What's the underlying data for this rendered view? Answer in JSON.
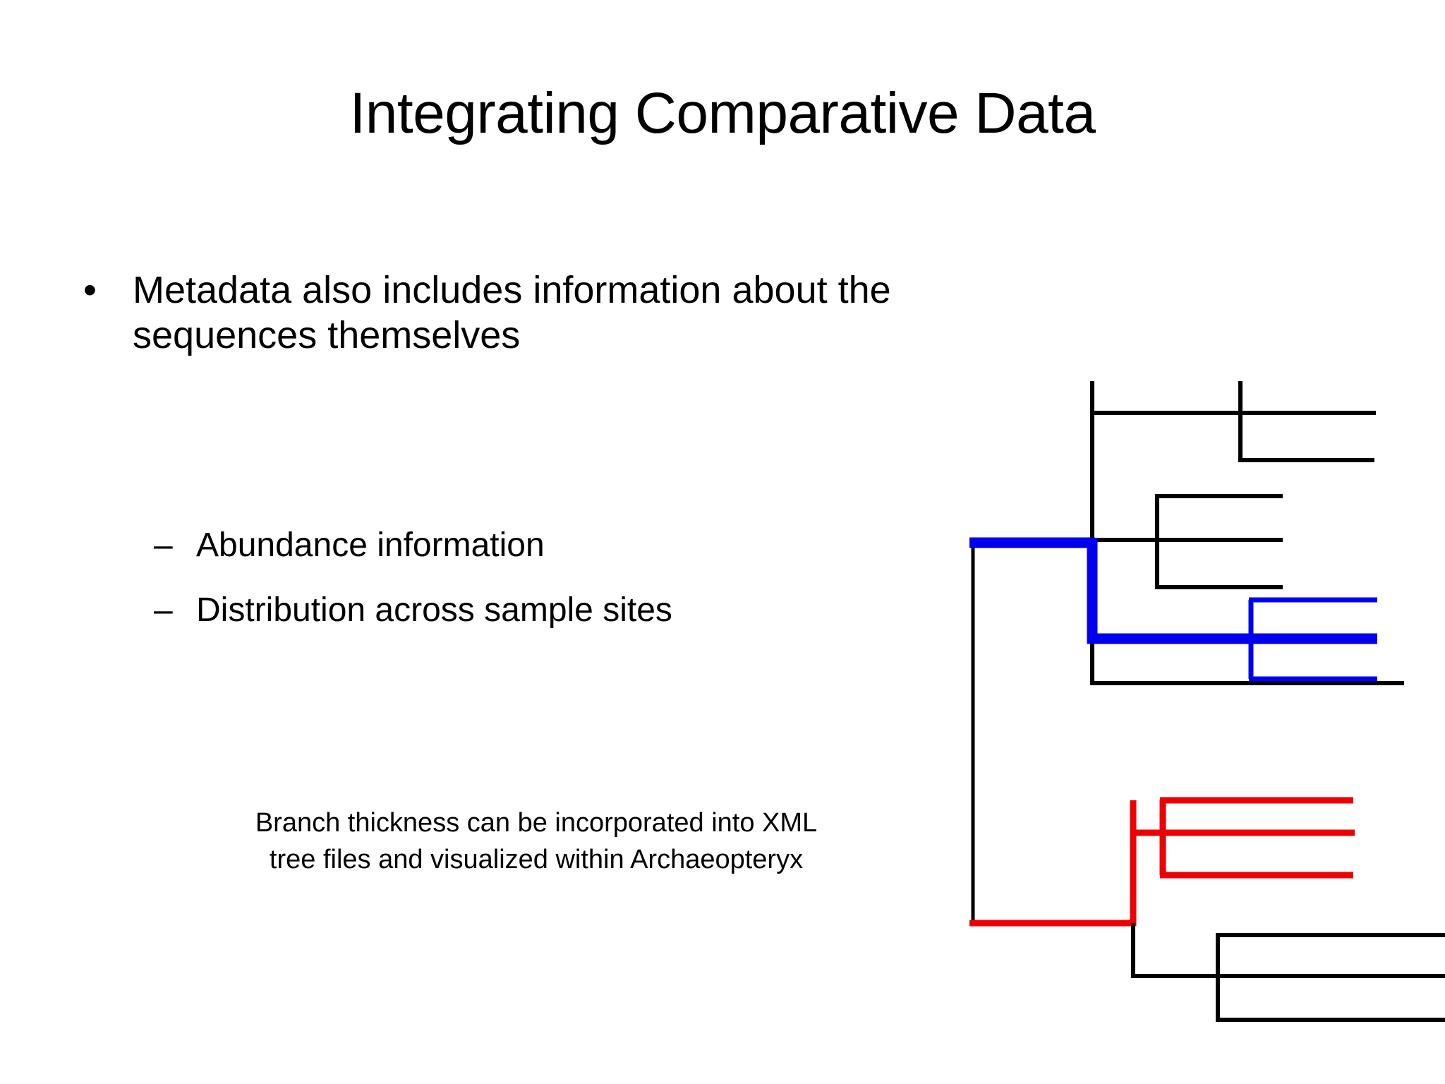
{
  "slide": {
    "title": "Integrating Comparative Data",
    "background_color": "#ffffff",
    "text_color": "#000000"
  },
  "body": {
    "bullet_marker": "•",
    "bullets": [
      {
        "text": "Metadata also includes information about the sequences themselves"
      }
    ],
    "sub_bullet_marker": "–",
    "sub_bullets": [
      {
        "text": "Abundance information"
      },
      {
        "text": "Distribution across sample sites"
      }
    ]
  },
  "caption": {
    "line1": "Branch thickness can be incorporated into XML",
    "line2": "tree files and visualized within Archaeopteryx"
  },
  "figure": {
    "name": "phylogenetic-tree",
    "description": "Cladogram with variable branch thickness",
    "colors": {
      "black": "#000000",
      "blue": "#0000ee",
      "red": "#ee0000"
    },
    "thin_stroke": 5,
    "thick_stroke": 15,
    "medium_stroke": 7
  }
}
